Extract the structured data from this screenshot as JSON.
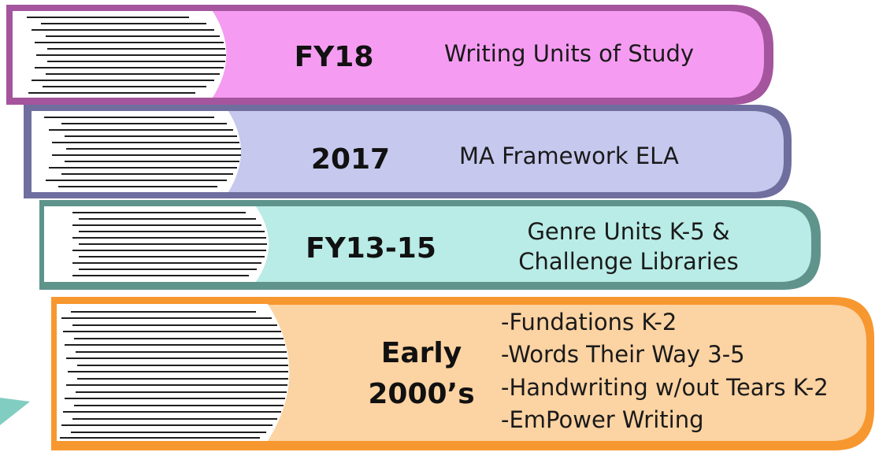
{
  "books": [
    {
      "id": "fy18",
      "year": "FY18",
      "lines": [
        "Writing Units of Study"
      ],
      "cover_color": "#f59cf2",
      "border_color": "#a4559d"
    },
    {
      "id": "2017",
      "year": "2017",
      "lines": [
        "MA Framework ELA"
      ],
      "cover_color": "#c6c8ee",
      "border_color": "#6f6e9f"
    },
    {
      "id": "fy13-15",
      "year": "FY13-15",
      "lines": [
        "Genre Units K-5 &",
        "Challenge Libraries"
      ],
      "cover_color": "#b9ece6",
      "border_color": "#5f948d"
    },
    {
      "id": "early-2000s",
      "year": "Early\n2000’s",
      "year_lines": [
        "Early",
        "2000’s"
      ],
      "lines": [
        "-Fundations K-2",
        "-Words Their Way 3-5",
        "-Handwriting w/out Tears K-2",
        "-EmPower Writing"
      ],
      "cover_color": "#fcd3a2",
      "border_color": "#f7972f"
    }
  ],
  "page_color": "#ffffff",
  "page_line_color": "#1e1e1e",
  "accent_edge_color": "#74c8ba"
}
